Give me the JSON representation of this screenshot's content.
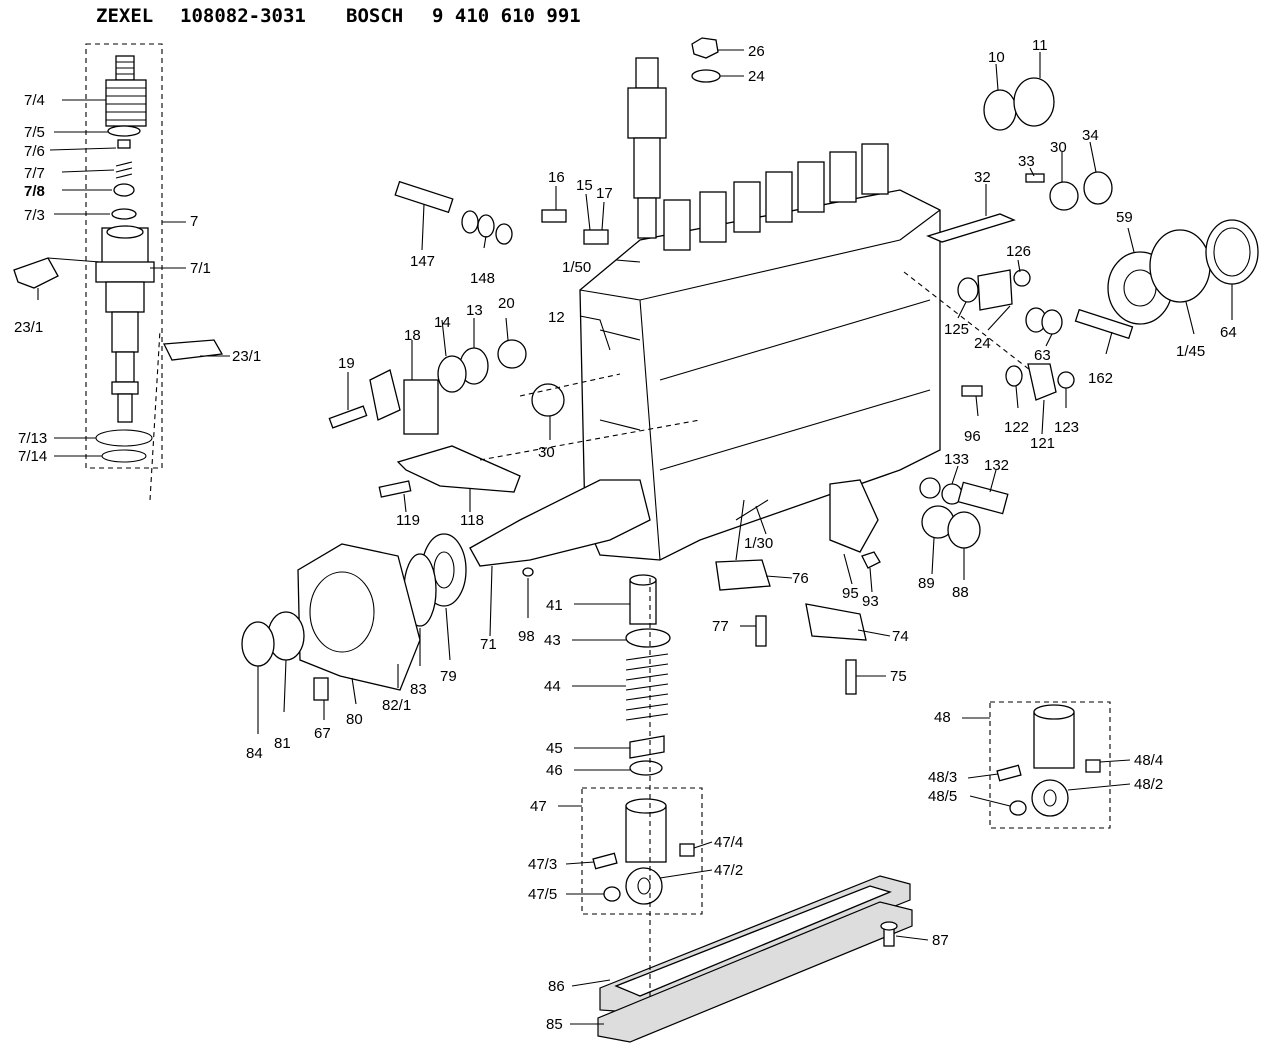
{
  "header": {
    "maker1": "ZEXEL",
    "part1": "108082-3031",
    "maker2": "BOSCH",
    "part2": "9 410 610 991"
  },
  "labels": [
    {
      "text": "7/4"
    },
    {
      "text": "7/5"
    },
    {
      "text": "7/6"
    },
    {
      "text": "7/7"
    },
    {
      "text": "7/8"
    },
    {
      "text": "7/3"
    },
    {
      "text": "7"
    },
    {
      "text": "7/1"
    },
    {
      "text": "23/1"
    },
    {
      "text": "23/1"
    },
    {
      "text": "7/13"
    },
    {
      "text": "7/14"
    },
    {
      "text": "26"
    },
    {
      "text": "24"
    },
    {
      "text": "10"
    },
    {
      "text": "11"
    },
    {
      "text": "33"
    },
    {
      "text": "30"
    },
    {
      "text": "34"
    },
    {
      "text": "32"
    },
    {
      "text": "16"
    },
    {
      "text": "15"
    },
    {
      "text": "17"
    },
    {
      "text": "147"
    },
    {
      "text": "148"
    },
    {
      "text": "1/50"
    },
    {
      "text": "126"
    },
    {
      "text": "59"
    },
    {
      "text": "64"
    },
    {
      "text": "12"
    },
    {
      "text": "20"
    },
    {
      "text": "13"
    },
    {
      "text": "14"
    },
    {
      "text": "18"
    },
    {
      "text": "19"
    },
    {
      "text": "125"
    },
    {
      "text": "24"
    },
    {
      "text": "63"
    },
    {
      "text": "1/45"
    },
    {
      "text": "162"
    },
    {
      "text": "30"
    },
    {
      "text": "96"
    },
    {
      "text": "122"
    },
    {
      "text": "121"
    },
    {
      "text": "123"
    },
    {
      "text": "133"
    },
    {
      "text": "132"
    },
    {
      "text": "119"
    },
    {
      "text": "118"
    },
    {
      "text": "1/30"
    },
    {
      "text": "76"
    },
    {
      "text": "95"
    },
    {
      "text": "93"
    },
    {
      "text": "89"
    },
    {
      "text": "88"
    },
    {
      "text": "41"
    },
    {
      "text": "71"
    },
    {
      "text": "98"
    },
    {
      "text": "77"
    },
    {
      "text": "74"
    },
    {
      "text": "43"
    },
    {
      "text": "75"
    },
    {
      "text": "44"
    },
    {
      "text": "79"
    },
    {
      "text": "83"
    },
    {
      "text": "82/1"
    },
    {
      "text": "80"
    },
    {
      "text": "81"
    },
    {
      "text": "84"
    },
    {
      "text": "67"
    },
    {
      "text": "45"
    },
    {
      "text": "46"
    },
    {
      "text": "48"
    },
    {
      "text": "48/4"
    },
    {
      "text": "48/3"
    },
    {
      "text": "48/2"
    },
    {
      "text": "48/5"
    },
    {
      "text": "47"
    },
    {
      "text": "47/4"
    },
    {
      "text": "47/3"
    },
    {
      "text": "47/2"
    },
    {
      "text": "47/5"
    },
    {
      "text": "87"
    },
    {
      "text": "86"
    },
    {
      "text": "85"
    }
  ]
}
